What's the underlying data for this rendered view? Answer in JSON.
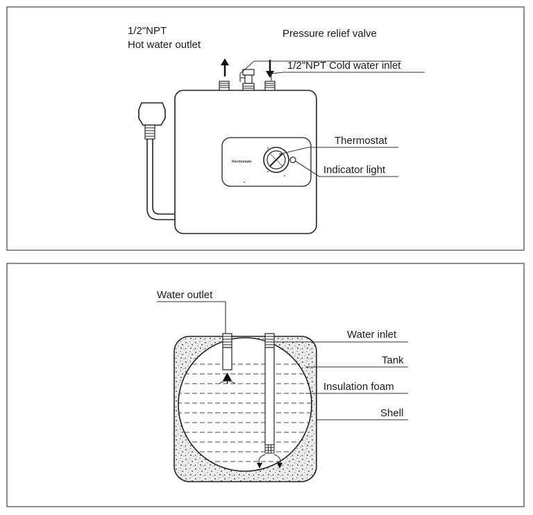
{
  "top_panel": {
    "hot_outlet_line1": "1/2\"NPT",
    "hot_outlet_line2": "Hot water outlet",
    "pressure_relief_valve": "Pressure relief valve",
    "cold_inlet": "1/2\"NPT Cold water inlet",
    "thermostat": "Thermostat",
    "indicator_light": "Indicator light",
    "brand": "thermomate"
  },
  "bottom_panel": {
    "water_outlet": "Water outlet",
    "water_inlet": "Water inlet",
    "tank": "Tank",
    "insulation_foam": "Insulation foam",
    "shell": "Shell"
  }
}
